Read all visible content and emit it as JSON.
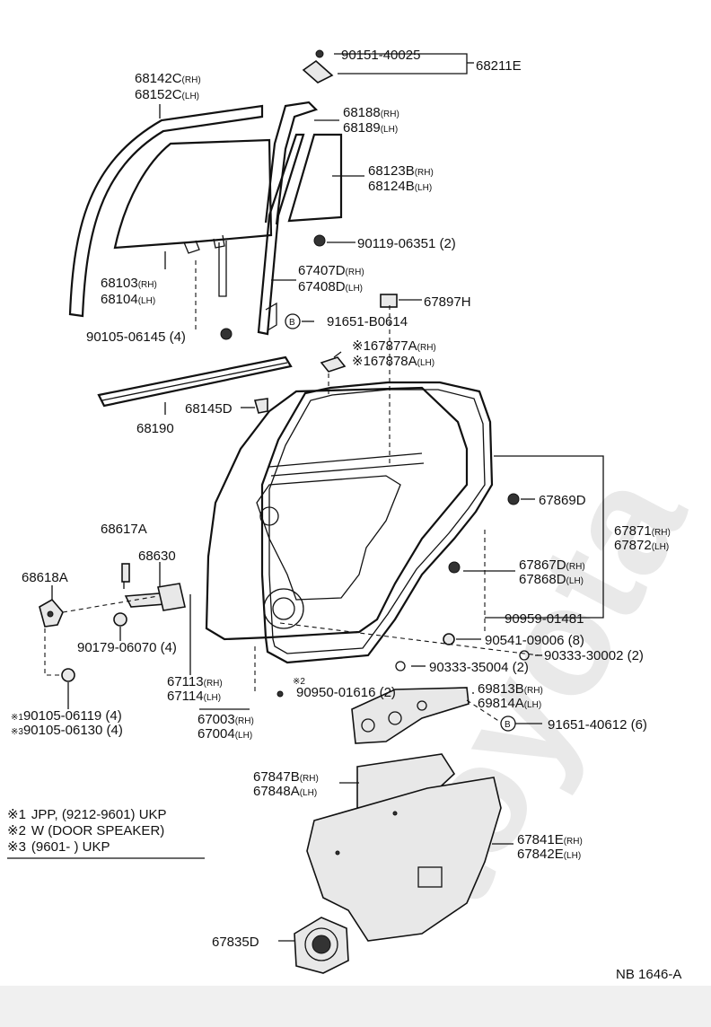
{
  "diagram_code": "NB 1646-A",
  "watermark": "toyota",
  "notes": [
    {
      "mark": "※1",
      "text": "JPP, (9212-9601) UKP"
    },
    {
      "mark": "※2",
      "text": "W (DOOR SPEAKER)"
    },
    {
      "mark": "※3",
      "text": "(9601-        ) UKP"
    }
  ],
  "circle_b": "B",
  "note_marks": {
    "m1": "※1",
    "m2": "※2",
    "m3": "※3"
  },
  "labels": {
    "p68142C": "68142C",
    "p68142C_side": "(RH)",
    "p68152C": "68152C",
    "p68152C_side": "(LH)",
    "p90151": "90151-40025",
    "p68211E": "68211E",
    "p68188": "68188",
    "p68188_side": "(RH)",
    "p68189": "68189",
    "p68189_side": "(LH)",
    "p68123B": "68123B",
    "p68123B_side": "(RH)",
    "p68124B": "68124B",
    "p68124B_side": "(LH)",
    "p90119": "90119-06351 (2)",
    "p68103": "68103",
    "p68103_side": "(RH)",
    "p68104": "68104",
    "p68104_side": "(LH)",
    "p67407D": "67407D",
    "p67407D_side": "(RH)",
    "p67408D": "67408D",
    "p67408D_side": "(LH)",
    "p67897H": "67897H",
    "p91651B": "91651-B0614",
    "p90105_06145": "90105-06145 (4)",
    "p167877A": "※167877A",
    "p167877A_side": "(RH)",
    "p167878A": "※167878A",
    "p167878A_side": "(LH)",
    "p68145D": "68145D",
    "p68190": "68190",
    "p67869D": "67869D",
    "p67871": "67871",
    "p67871_side": "(RH)",
    "p67872": "67872",
    "p67872_side": "(LH)",
    "p68617A": "68617A",
    "p68630": "68630",
    "p68618A": "68618A",
    "p67867D": "67867D",
    "p67867D_side": "(RH)",
    "p67868D": "67868D",
    "p67868D_side": "(LH)",
    "p90959": "90959-01481",
    "p90179": "90179-06070 (4)",
    "p90541": "90541-09006 (8)",
    "p90333_30002": "90333-30002 (2)",
    "p90333_35004": "90333-35004 (2)",
    "p67113": "67113",
    "p67113_side": "(RH)",
    "p67114": "67114",
    "p67114_side": "(LH)",
    "p90950": "90950-01616 (2)",
    "p69813B": "69813B",
    "p69813B_side": "(RH)",
    "p69814A": "69814A",
    "p69814A_side": "(LH)",
    "p90105_06119": "90105-06119 (4)",
    "p90105_06130": "90105-06130 (4)",
    "p67003": "67003",
    "p67003_side": "(RH)",
    "p67004": "67004",
    "p67004_side": "(LH)",
    "p91651_40612": "91651-40612 (6)",
    "p67847B": "67847B",
    "p67847B_side": "(RH)",
    "p67848A": "67848A",
    "p67848A_side": "(LH)",
    "p67841E": "67841E",
    "p67841E_side": "(RH)",
    "p67842E": "67842E",
    "p67842E_side": "(LH)",
    "p67835D": "67835D"
  }
}
